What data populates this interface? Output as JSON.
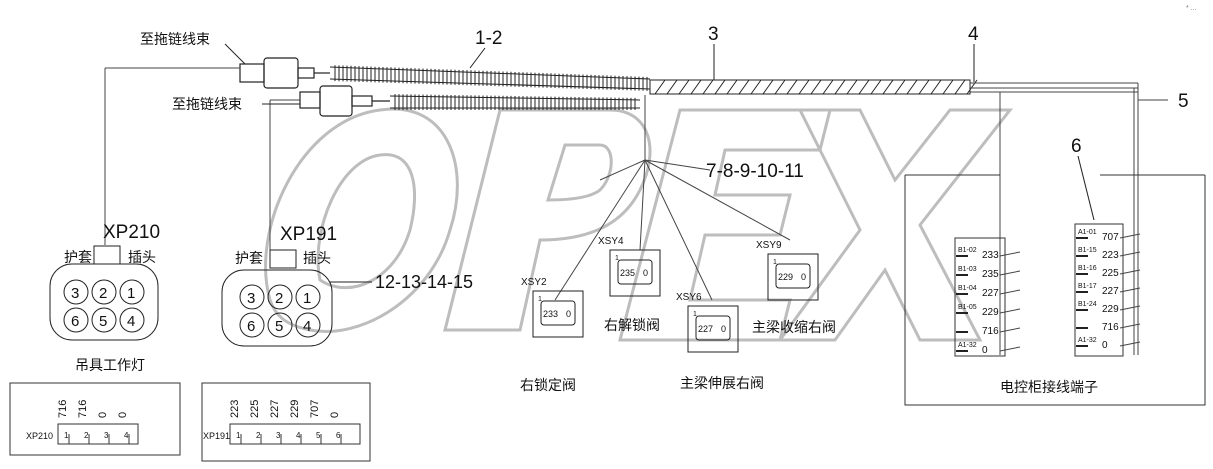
{
  "callouts": {
    "c12": "1-2",
    "c3": "3",
    "c4": "4",
    "c5": "5",
    "c6": "6",
    "c7_11": "7-8-9-10-11",
    "c12_15": "12-13-14-15"
  },
  "harness": {
    "to_chain_top": "至拖链线束",
    "to_chain_bottom": "至拖链线束"
  },
  "xp210": {
    "name": "XP210",
    "sheath": "护套",
    "plug": "插头",
    "pins": [
      "3",
      "2",
      "1",
      "6",
      "5",
      "4"
    ],
    "caption": "吊具工作灯",
    "table_label": "XP210",
    "wires": [
      "716",
      "716",
      "0",
      "0"
    ],
    "pin_nums": [
      "1",
      "2",
      "3",
      "4"
    ]
  },
  "xp191": {
    "name": "XP191",
    "sheath": "护套",
    "plug": "插头",
    "pins": [
      "3",
      "2",
      "1",
      "6",
      "5",
      "4"
    ],
    "table_label": "XP191",
    "wires": [
      "223",
      "225",
      "227",
      "229",
      "707",
      "0"
    ],
    "pin_nums": [
      "1",
      "2",
      "3",
      "4",
      "5",
      "6"
    ]
  },
  "valves": [
    {
      "id": "XSY2",
      "num": "233",
      "pin_a": "1",
      "pin_b": "0",
      "caption": "右锁定阀"
    },
    {
      "id": "XSY4",
      "num": "235",
      "pin_a": "1",
      "pin_b": "0",
      "caption": "右解锁阀"
    },
    {
      "id": "XSY6",
      "num": "227",
      "pin_a": "1",
      "pin_b": "0",
      "caption": "主梁伸展右阀"
    },
    {
      "id": "XSY9",
      "num": "229",
      "pin_a": "1",
      "pin_b": "0",
      "caption": "主梁收缩右阀"
    }
  ],
  "terminal_left": [
    {
      "tag": "B1-02",
      "wire": "233"
    },
    {
      "tag": "B1-03",
      "wire": "235"
    },
    {
      "tag": "B1-04",
      "wire": "227"
    },
    {
      "tag": "B1-05",
      "wire": "229"
    },
    {
      "tag": "",
      "wire": "716"
    },
    {
      "tag": "A1-32",
      "wire": "0"
    }
  ],
  "terminal_right": [
    {
      "tag": "A1-01",
      "wire": "707"
    },
    {
      "tag": "B1-15",
      "wire": "223"
    },
    {
      "tag": "B1-16",
      "wire": "225"
    },
    {
      "tag": "B1-17",
      "wire": "227"
    },
    {
      "tag": "B1-24",
      "wire": "229"
    },
    {
      "tag": "",
      "wire": "716"
    },
    {
      "tag": "A1-32",
      "wire": "0"
    }
  ],
  "cabinet_caption": "电控柜接线端子",
  "watermark": "OPEX",
  "corner_mark": "* ...",
  "colors": {
    "line": "#222222",
    "watermark": "#bdbdbd"
  }
}
